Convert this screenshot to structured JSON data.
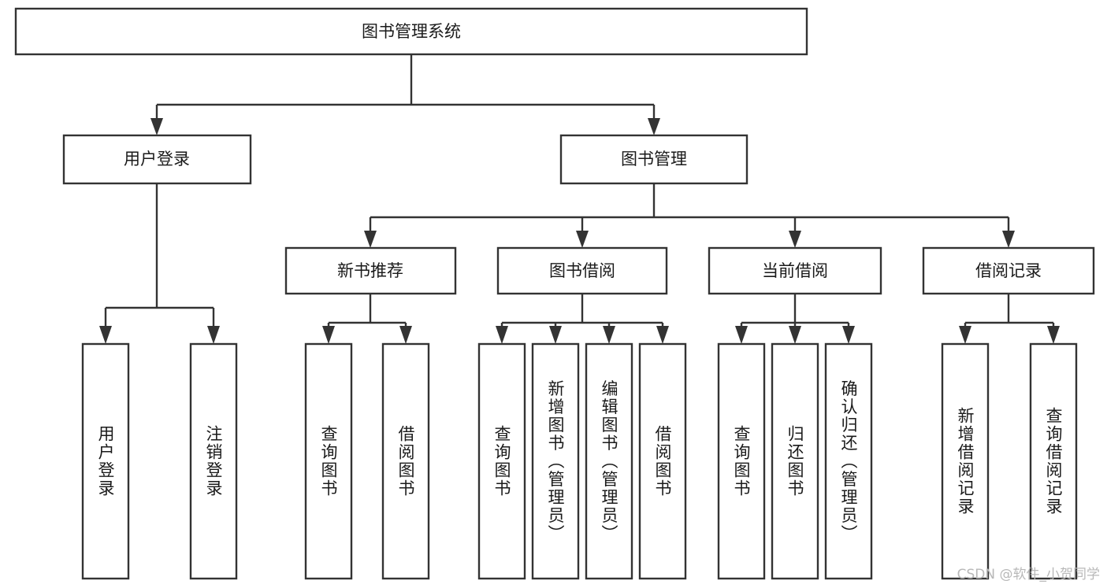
{
  "diagram": {
    "type": "tree",
    "title": "图书管理系统",
    "orientation": "top-down",
    "palette": {
      "background": "#ffffff",
      "box_fill": "#ffffff",
      "box_stroke": "#333333",
      "text": "#1a1a1a",
      "watermark": "#b8b8b8"
    },
    "root": {
      "label": "图书管理系统"
    },
    "level2": [
      {
        "label": "用户登录"
      },
      {
        "label": "图书管理"
      }
    ],
    "level3": [
      {
        "label": "新书推荐"
      },
      {
        "label": "图书借阅"
      },
      {
        "label": "当前借阅"
      },
      {
        "label": "借阅记录"
      }
    ],
    "leaves_user_login": [
      {
        "label": "用户登录"
      },
      {
        "label": "注销登录"
      }
    ],
    "leaves_new_book": [
      {
        "label": "查询图书"
      },
      {
        "label": "借阅图书"
      }
    ],
    "leaves_borrow": [
      {
        "label": "查询图书"
      },
      {
        "label": "新增图书（管理员）"
      },
      {
        "label": "编辑图书（管理员）"
      },
      {
        "label": "借阅图书"
      }
    ],
    "leaves_current": [
      {
        "label": "查询图书"
      },
      {
        "label": "归还图书"
      },
      {
        "label": "确认归还（管理员）"
      }
    ],
    "leaves_records": [
      {
        "label": "新增借阅记录"
      },
      {
        "label": "查询借阅记录"
      }
    ]
  },
  "watermark": {
    "text": "CSDN @软件_小贺同学"
  }
}
